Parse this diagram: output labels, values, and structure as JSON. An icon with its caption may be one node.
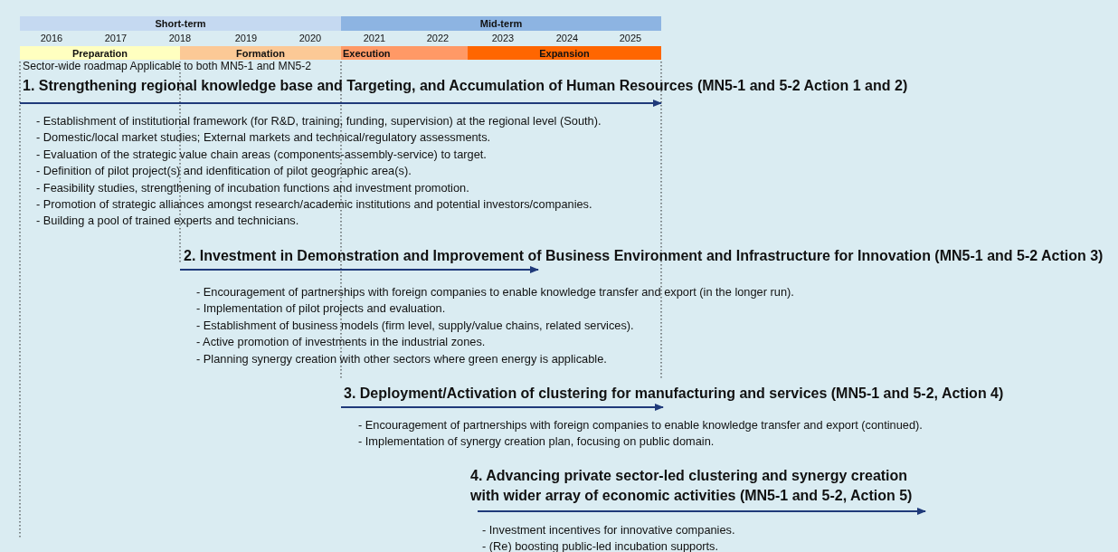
{
  "diagram": {
    "nodes": [
      {
        "text": [
          "Short-term"
        ]
      },
      {
        "text": [
          "Mid-term"
        ]
      },
      {
        "text": [
          "Preparation"
        ]
      },
      {
        "text": [
          "Formation"
        ]
      },
      {
        "text": [
          "Execution"
        ]
      },
      {
        "text": [
          "Expansion"
        ]
      }
    ],
    "edges": [],
    "labels": [
      "2016",
      "2017",
      "2018",
      "2019",
      "2020",
      "2021",
      "2022",
      "2023",
      "2024",
      "2025",
      "Sector-wide roadmap Applicable to both MN5-1 and MN5-2",
      "1. Strengthening regional knowledge base and Targeting, and Accumulation of Human Resources (MN5-1 and 5-2 Action 1 and 2)",
      "- Establishment of institutional framework (for R&D, training, funding, supervision) at the regional level (South).",
      "- Domestic/local market studies; External markets and technical/regulatory assessments.",
      "- Evaluation of the strategic value chain areas (components-assembly-service) to target.",
      "- Definition of pilot project(s) and idenfitication of pilot geographic area(s).",
      "- Feasibility studies, strengthening of incubation functions and investment promotion.",
      "- Promotion of strategic alliances amongst research/academic institutions and potential investors/companies.",
      "- Building a pool of trained experts and technicians.",
      "2. Investment in Demonstration and Improvement of Business Environment and Infrastructure for Innovation (MN5-1 and 5-2 Action 3)",
      "- Encouragement of partnerships with foreign companies to enable knowledge transfer and export (in the longer run).",
      "- Implementation of pilot projects and evaluation.",
      "- Establishment of business models (firm level, supply/value chains, related services).",
      "- Active promotion of investments in the industrial zones.",
      "- Planning synergy creation with other sectors where green energy is applicable.",
      "3. Deployment/Activation of clustering for manufacturing and services (MN5-1 and 5-2, Action 4)",
      "- Encouragement of partnerships with foreign companies to enable knowledge transfer and export (continued).",
      "- Implementation of synergy creation plan, focusing on public domain.",
      "4. Advancing private sector-led clustering and synergy creation with wider array of economic activities (MN5-1 and 5-2, Action 5)",
      "- Investment incentives for innovative companies.",
      "- (Re) boosting public-led incubation supports."
    ]
  }
}
